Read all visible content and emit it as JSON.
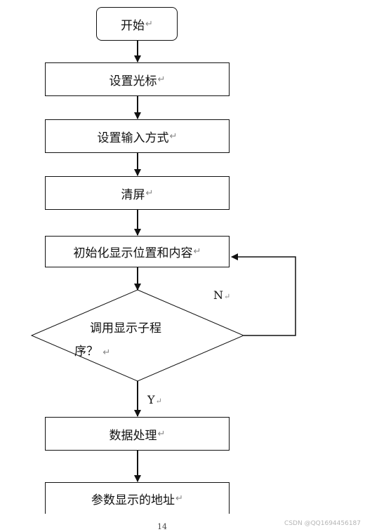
{
  "flowchart": {
    "start": "开始",
    "steps": [
      "设置光标",
      "设置输入方式",
      "清屏",
      "初始化显示位置和内容"
    ],
    "decision": [
      "调用显示子程",
      "序？"
    ],
    "no_label": "N",
    "yes_label": "Y",
    "after_steps": [
      "数据处理",
      "参数显示的地址"
    ],
    "return_mark": "↵"
  },
  "footer": {
    "page_number": "14",
    "watermark": "CSDN @QQ1694456187"
  }
}
